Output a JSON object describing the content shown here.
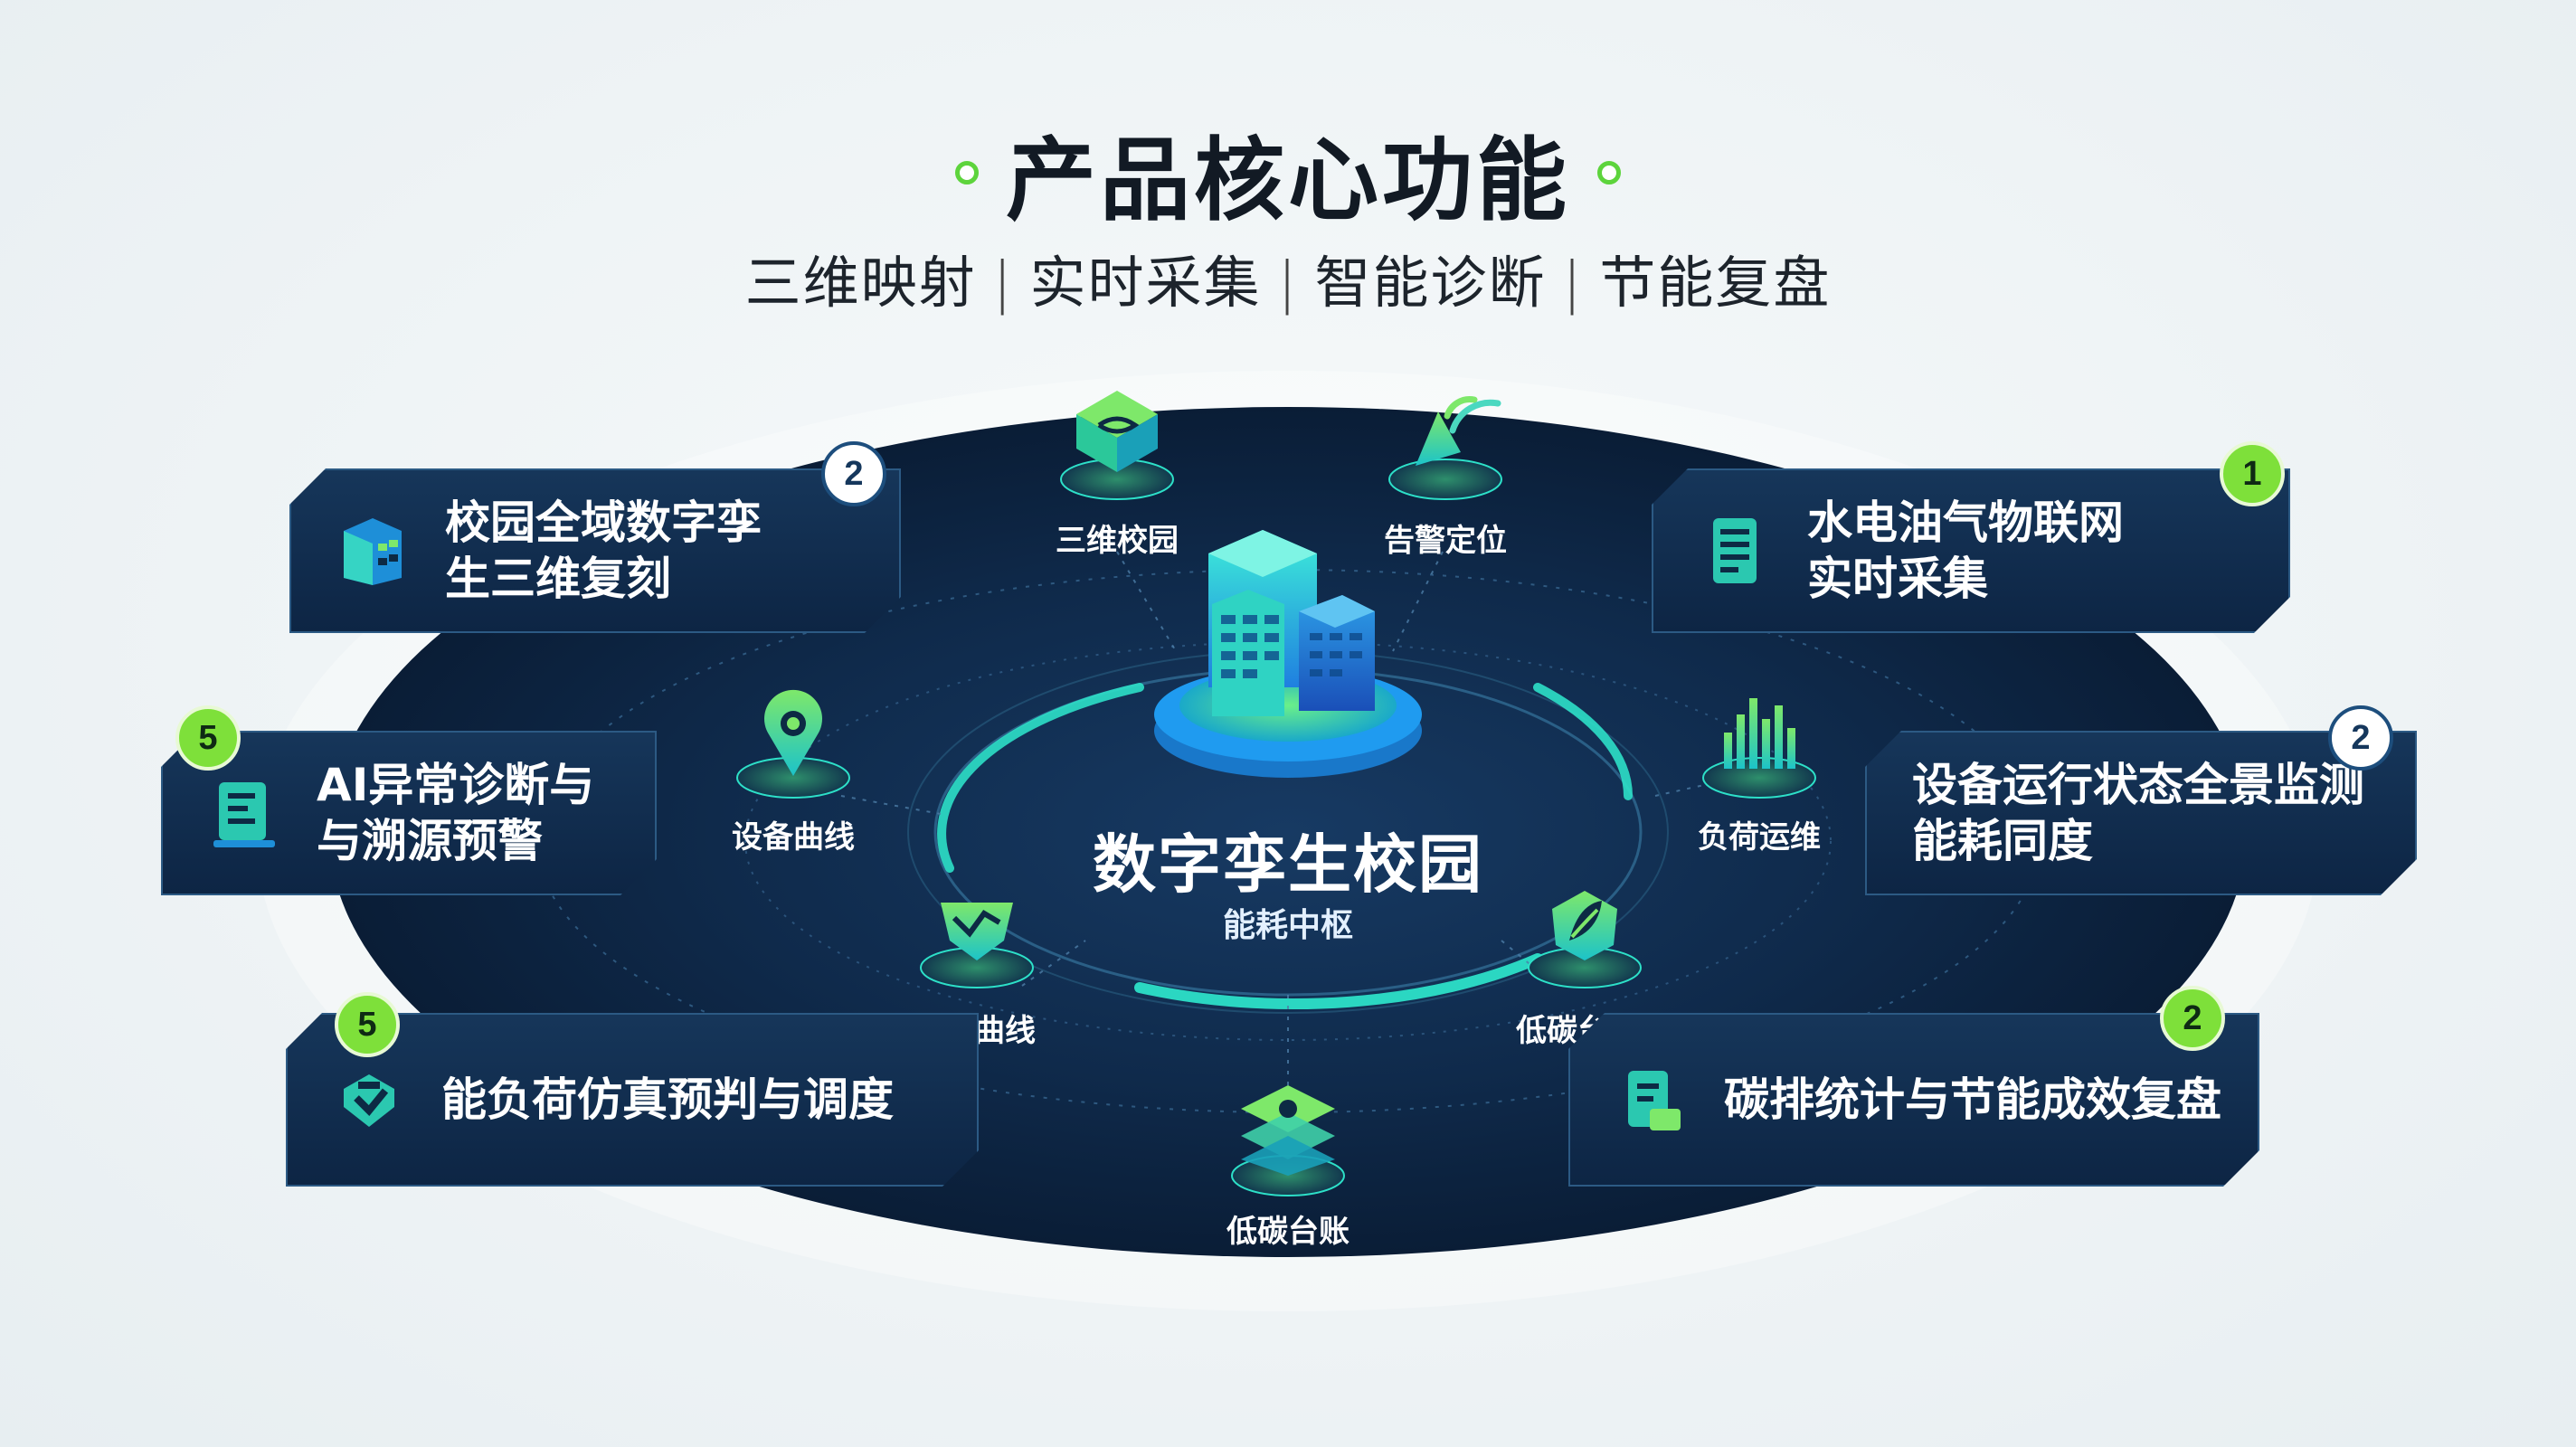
{
  "header": {
    "title": "产品核心功能",
    "subtitle_items": [
      "三维映射",
      "实时采集",
      "智能诊断",
      "节能复盘"
    ],
    "separator": "|"
  },
  "center": {
    "title": "数字孪生校园",
    "subtitle": "能耗中枢"
  },
  "nodes": [
    {
      "label": "三维校园",
      "icon": "3d-cube-icon"
    },
    {
      "label": "告警定位",
      "icon": "alarm-signal-icon"
    },
    {
      "label": "设备曲线",
      "icon": "location-pin-icon"
    },
    {
      "label": "负荷运维",
      "icon": "bar-chart-icon"
    },
    {
      "label": "负荷曲线",
      "icon": "curve-shield-icon"
    },
    {
      "label": "低碳台账",
      "icon": "leaf-badge-icon"
    },
    {
      "label": "低碳台账",
      "icon": "layers-stack-icon"
    }
  ],
  "cards": [
    {
      "line1": "校园全域数字孪",
      "line2": "生三维复刻",
      "badge": "2",
      "icon": "building-icon"
    },
    {
      "line1": "水电油气物联网",
      "line2": "实时采集",
      "badge": "1",
      "icon": "server-list-icon"
    },
    {
      "line1": "AI异常诊断与",
      "line2": "与溯源预警",
      "badge": "5",
      "icon": "document-alert-icon"
    },
    {
      "line1": "设备运行状态全景监测",
      "line2": "能耗同度",
      "badge": "2",
      "icon": "monitor-icon"
    },
    {
      "line1": "能负荷仿真预判与调度",
      "line2": "",
      "badge": "5",
      "icon": "shield-dispatch-icon"
    },
    {
      "line1": "碳排统计与节能成效复盘",
      "line2": "",
      "badge": "2",
      "icon": "report-icon"
    }
  ],
  "colors": {
    "accent_green": "#7ee03a",
    "accent_cyan": "#2de0c8",
    "disc_dark": "#0c1f3a",
    "card_bg": "#16365a"
  }
}
